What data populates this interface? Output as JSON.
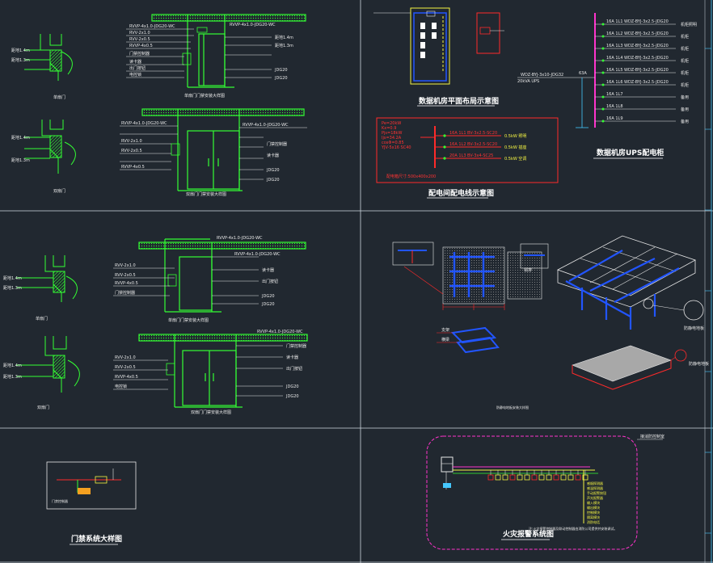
{
  "colors": {
    "background": "#212830",
    "wall": "#33ff33",
    "wire": "#33ff33",
    "annotation": "#e8e8e8",
    "leader_red": "#ff2a2a",
    "highlight_yellow": "#f5f542",
    "blue_structure": "#2255ff",
    "magenta_bus": "#ff33cc",
    "grid_separator": "#cfd8e0"
  },
  "titles": {
    "machine_room_plan": "数据机房平面布局示意图",
    "distribution_system": "配电间配电线示意图",
    "ups_cabinet": "数据机房UPS配电柜",
    "door_access_system": "门禁系统大样图",
    "fire_alarm_system": "火灾报警系统图"
  },
  "ups_cabinet": {
    "input_label": "WDZ-BYJ-3x10-JDG32",
    "input_breaker": "63A",
    "ups_label": "20kVA UPS",
    "circuits": [
      {
        "breaker": "16A 1L1",
        "cable": "WDZ-BYJ-3x2.5-JDG20",
        "use": "机柜照明"
      },
      {
        "breaker": "16A 1L2",
        "cable": "WDZ-BYJ-3x2.5-JDG20",
        "use": "机柜"
      },
      {
        "breaker": "16A 1L3",
        "cable": "WDZ-BYJ-3x2.5-JDG20",
        "use": "机柜"
      },
      {
        "breaker": "16A 1L4",
        "cable": "WDZ-BYJ-3x2.5-JDG20",
        "use": "机柜"
      },
      {
        "breaker": "16A 1L5",
        "cable": "WDZ-BYJ-3x2.5-JDG20",
        "use": "机柜"
      },
      {
        "breaker": "16A 1L6",
        "cable": "WDZ-BYJ-3x2.5-JDG20",
        "use": "机柜"
      },
      {
        "breaker": "16A 1L7",
        "cable": "",
        "use": "备用"
      },
      {
        "breaker": "16A 1L8",
        "cable": "",
        "use": "备用"
      },
      {
        "breaker": "16A 1L9",
        "cable": "",
        "use": "备用"
      }
    ]
  },
  "distribution_box": {
    "params": [
      "Pe=20kW",
      "Kx=0.9",
      "Pjs=18kW",
      "Ijs=34.2A",
      "cosΦ=0.85"
    ],
    "incoming": "YJV-5x16 SC40",
    "outgoing": [
      {
        "breaker": "16A 1L1",
        "cable": "BV-3x2.5-SC20",
        "load": "0.5kW 照明"
      },
      {
        "breaker": "16A 1L2",
        "cable": "BV-3x2.5-SC20",
        "load": "0.5kW 插座"
      },
      {
        "breaker": "20A 1L3",
        "cable": "BV-3x4-SC25",
        "load": "0.5kW 空调"
      }
    ],
    "footnote": "配电箱尺寸:500x400x200"
  },
  "door_details": {
    "conduit_label": "JDG20",
    "wire_label": "RVVP-4x1.0-JDG20-WC",
    "notes": [
      "RVV-2x1.0",
      "RVV-2x0.5",
      "RVVP-4x0.5",
      "距地1.4m",
      "距地1.3m",
      "门禁控制器",
      "读卡器",
      "出门按钮",
      "电控锁"
    ],
    "detail_captions": [
      "单扇门门禁安装大样图",
      "双扇门门禁安装大样图",
      "单扇门",
      "双扇门"
    ]
  },
  "fire_alarm": {
    "top_tag": "接消防控制室",
    "note": "注:火灾报警控制器及联动控制器由消防公司提供并安装调试。",
    "legend": [
      "感烟探测器",
      "感温探测器",
      "手动报警按钮",
      "声光报警器",
      "输入模块",
      "输出模块",
      "控制模块",
      "隔离模块",
      "消防电话"
    ]
  },
  "floor": {
    "caption": "防静电地板安装大样图",
    "callouts": [
      "防静电地板",
      "支架",
      "横梁",
      "铜排"
    ]
  }
}
